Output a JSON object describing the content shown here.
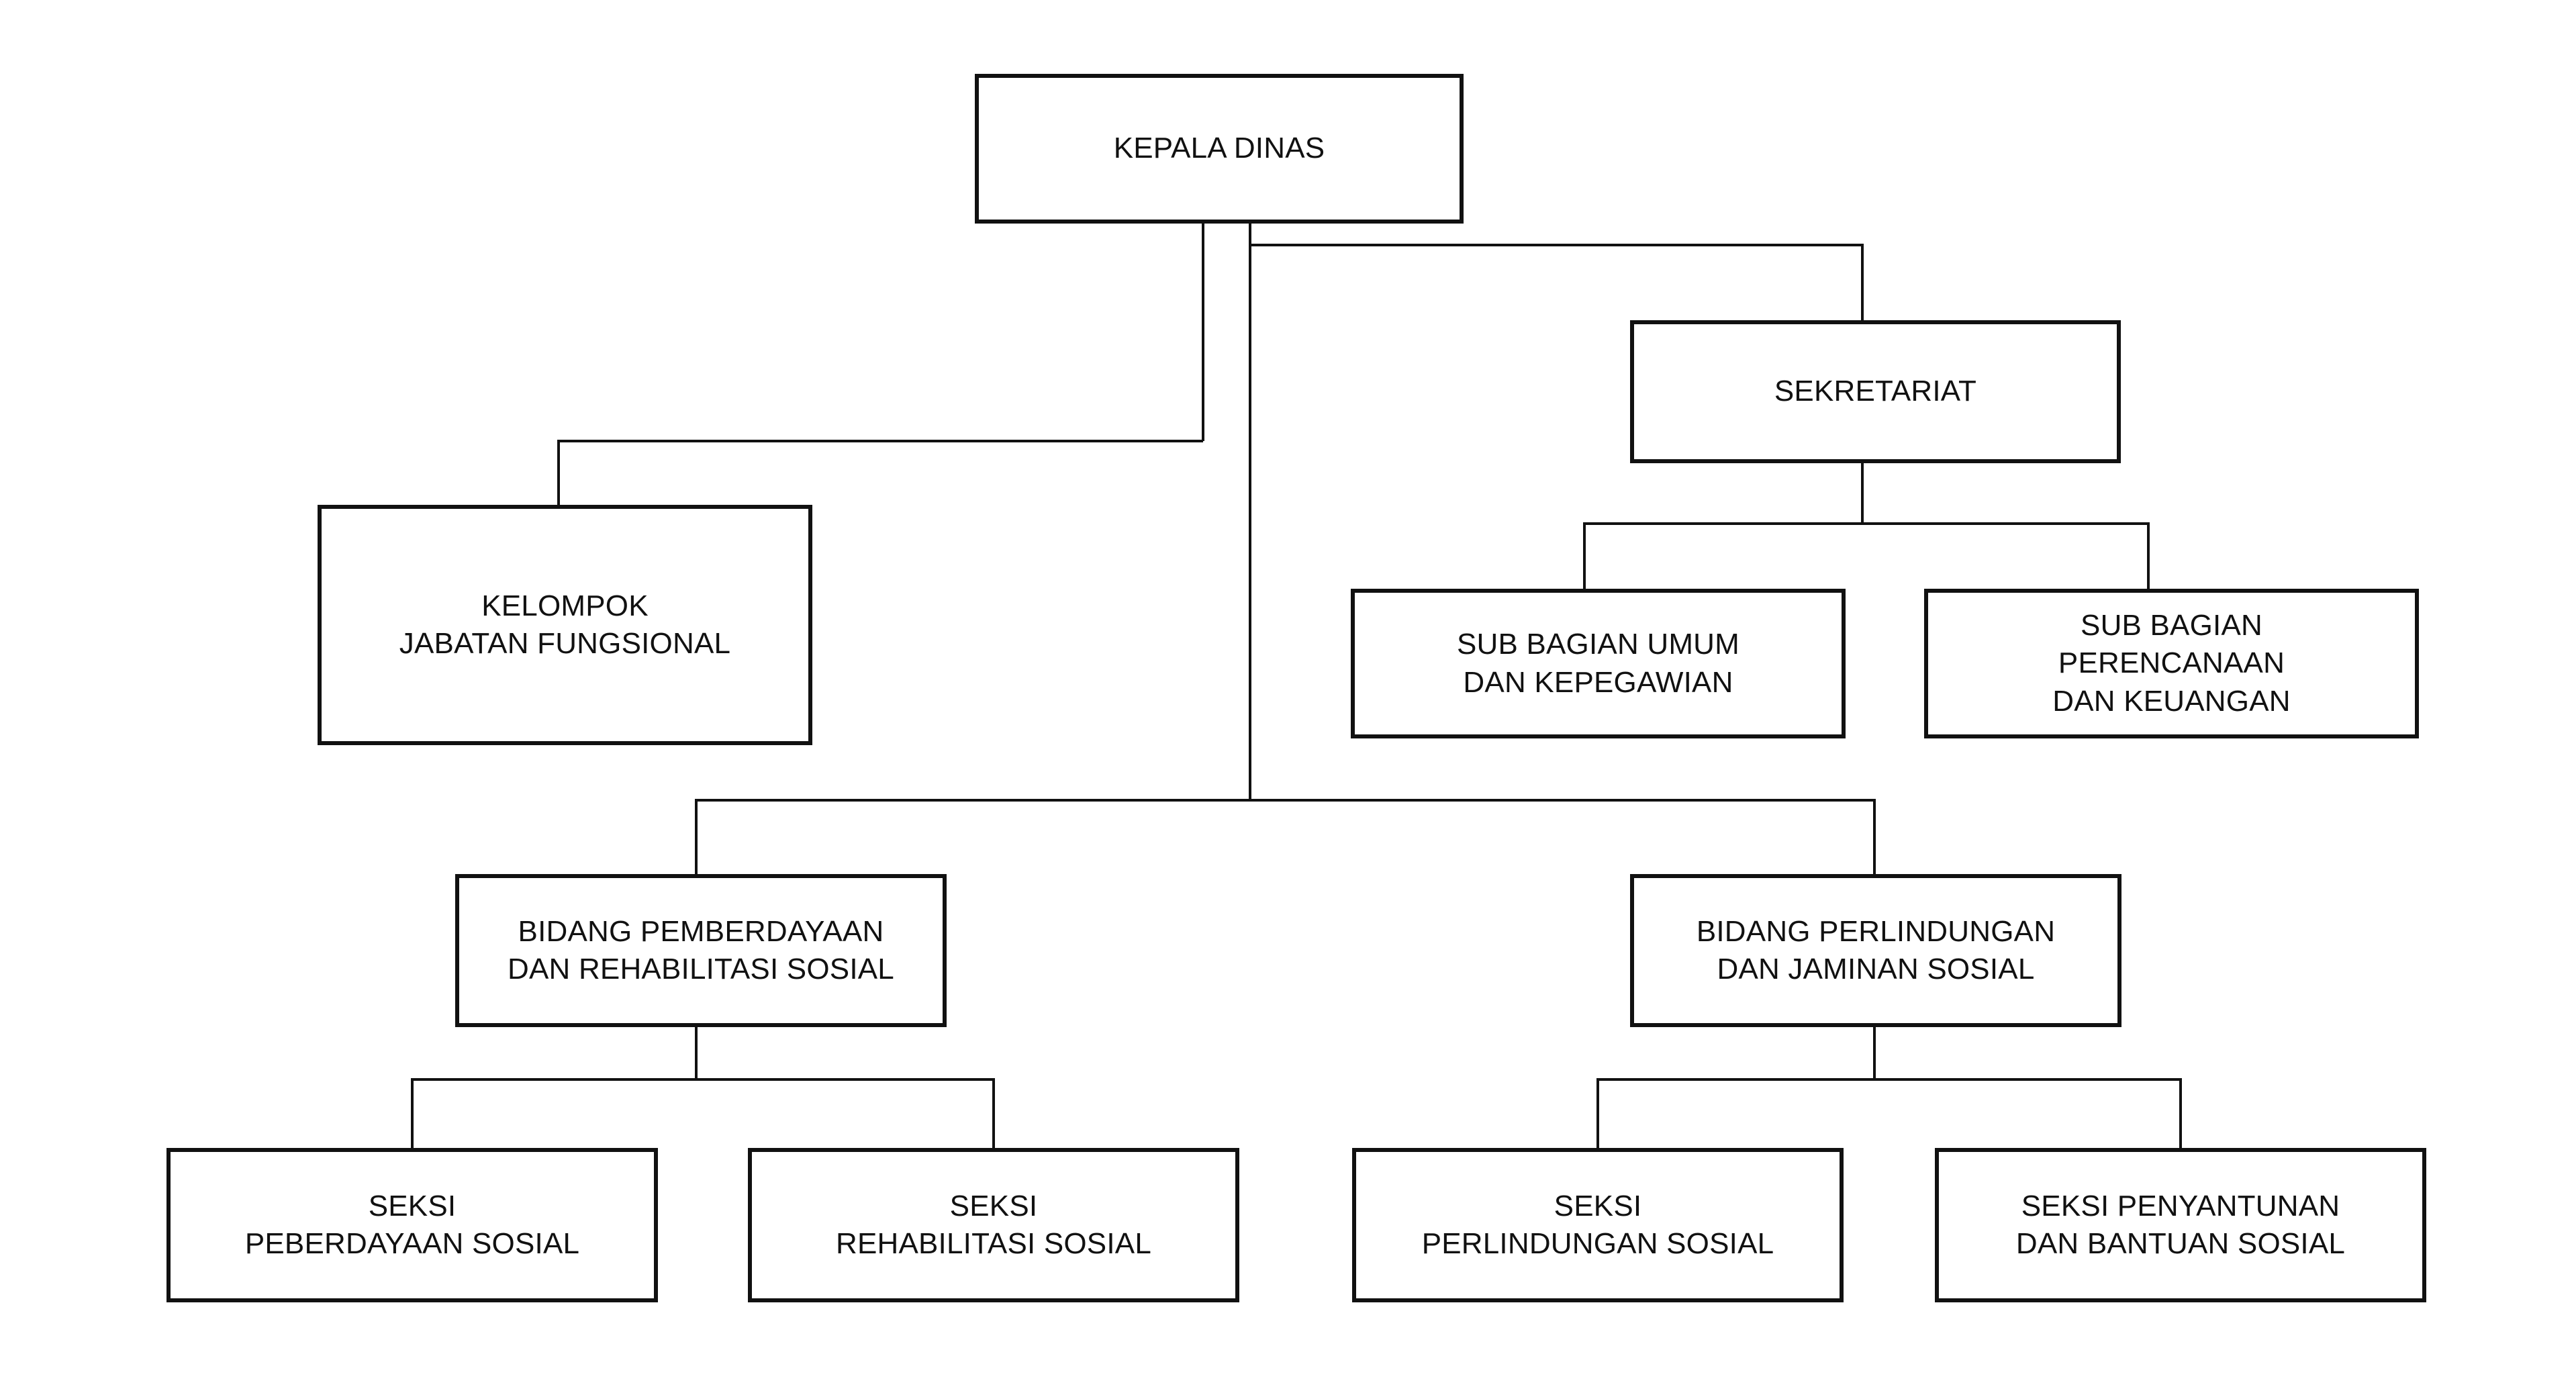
{
  "diagram": {
    "type": "organizational-chart",
    "orientation": "top-down",
    "background_color": "#ffffff",
    "line_color": "#111111",
    "box_border_color": "#111111",
    "box_fill_color": "#ffffff",
    "text_color": "#111111"
  },
  "nodes": {
    "kepala_dinas": {
      "label": "KEPALA DINAS",
      "level": 0
    },
    "kelompok_jabatan_fungsional": {
      "label": "KELOMPOK\nJABATAN FUNGSIONAL",
      "level": 1
    },
    "sekretariat": {
      "label": "SEKRETARIAT",
      "level": 1
    },
    "sub_bagian_umum": {
      "label": "SUB BAGIAN UMUM\nDAN KEPEGAWIAN",
      "level": 2
    },
    "sub_bagian_perencanaan": {
      "label": "SUB BAGIAN\nPERENCANAAN\nDAN KEUANGAN",
      "level": 2
    },
    "bidang_pemberdayaan": {
      "label": "BIDANG PEMBERDAYAAN\nDAN REHABILITASI SOSIAL",
      "level": 2
    },
    "bidang_perlindungan": {
      "label": "BIDANG PERLINDUNGAN\nDAN JAMINAN SOSIAL",
      "level": 2
    },
    "seksi_peberdayaan_sosial": {
      "label": "SEKSI\nPEBERDAYAAN SOSIAL",
      "level": 3
    },
    "seksi_rehabilitasi_sosial": {
      "label": "SEKSI\nREHABILITASI SOSIAL",
      "level": 3
    },
    "seksi_perlindungan_sosial": {
      "label": "SEKSI\nPERLINDUNGAN SOSIAL",
      "level": 3
    },
    "seksi_penyantunan": {
      "label": "SEKSI PENYANTUNAN\nDAN BANTUAN SOSIAL",
      "level": 3
    }
  },
  "edges": [
    {
      "from": "kepala_dinas",
      "to": "kelompok_jabatan_fungsional"
    },
    {
      "from": "kepala_dinas",
      "to": "sekretariat"
    },
    {
      "from": "sekretariat",
      "to": "sub_bagian_umum"
    },
    {
      "from": "sekretariat",
      "to": "sub_bagian_perencanaan"
    },
    {
      "from": "kepala_dinas",
      "to": "bidang_pemberdayaan"
    },
    {
      "from": "kepala_dinas",
      "to": "bidang_perlindungan"
    },
    {
      "from": "bidang_pemberdayaan",
      "to": "seksi_peberdayaan_sosial"
    },
    {
      "from": "bidang_pemberdayaan",
      "to": "seksi_rehabilitasi_sosial"
    },
    {
      "from": "bidang_perlindungan",
      "to": "seksi_perlindungan_sosial"
    },
    {
      "from": "bidang_perlindungan",
      "to": "seksi_penyantunan"
    }
  ]
}
